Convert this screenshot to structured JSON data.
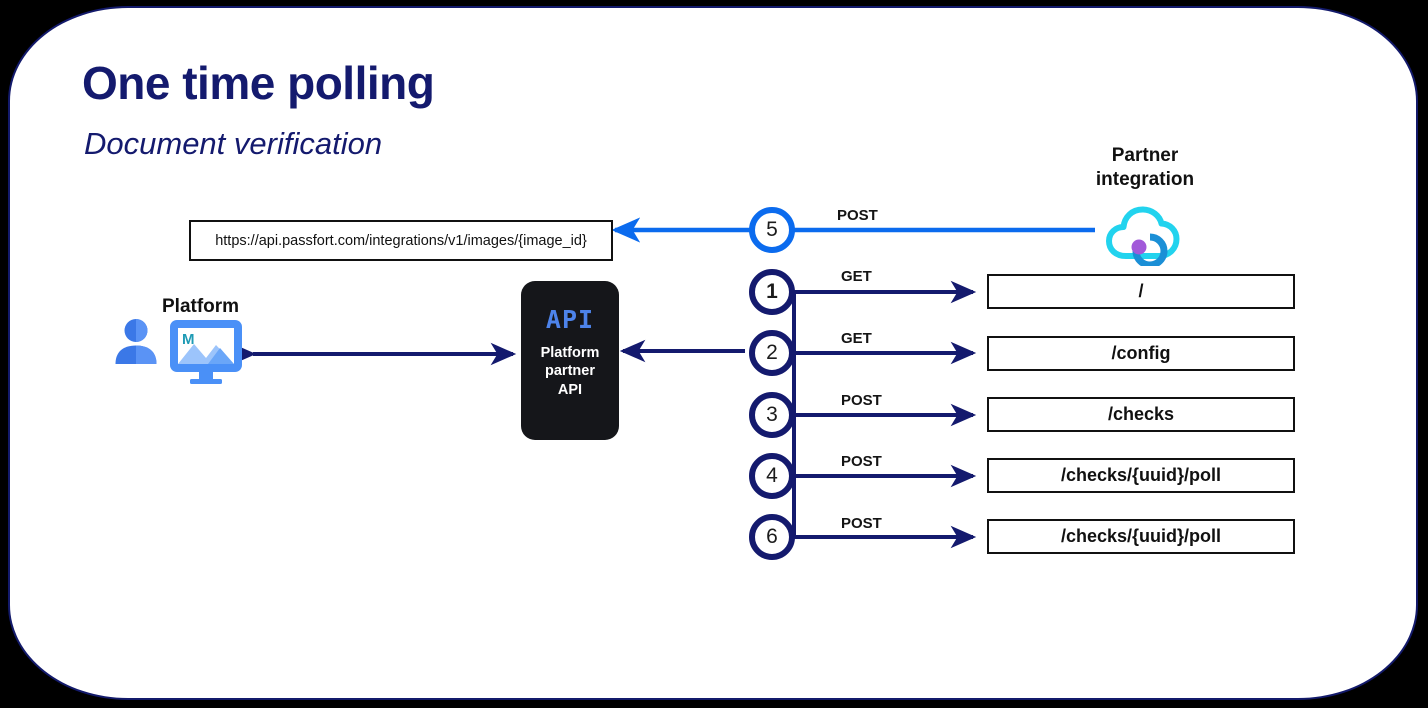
{
  "slide": {
    "title": "One time polling",
    "subtitle": "Document verification",
    "title_color": "#141a6e",
    "frame_color": "#000000",
    "card_border_color": "#131a6b"
  },
  "url_box": {
    "value": "https://api.passfort.com/integrations/v1/images/{image_id}"
  },
  "platform": {
    "label": "Platform",
    "person_icon": "user-icon",
    "monitor_icon": "monitor-image-icon"
  },
  "api_node": {
    "logo_text": "API",
    "logo_color": "#4d83ea",
    "line1": "Platform",
    "line2": "partner",
    "line3": "API",
    "background": "#15161a"
  },
  "partner": {
    "label_line1": "Partner",
    "label_line2": "integration",
    "cloud_icon": "cloud-icon",
    "cloud_color": "#22d3ee",
    "cloud_arc_color": "#1b8fd6",
    "cloud_dot_color": "#a259d9"
  },
  "colors": {
    "navy": "#141a6e",
    "bright_blue": "#0b6bee",
    "black": "#111111"
  },
  "flows": [
    {
      "step": "5",
      "method": "POST",
      "target": "url-box",
      "accent": "blue",
      "direction": "left"
    },
    {
      "step": "1",
      "method": "GET",
      "target": "/",
      "accent": "navy",
      "direction": "right"
    },
    {
      "step": "2",
      "method": "GET",
      "target": "/config",
      "accent": "navy",
      "direction": "right"
    },
    {
      "step": "3",
      "method": "POST",
      "target": "/checks",
      "accent": "navy",
      "direction": "right"
    },
    {
      "step": "4",
      "method": "POST",
      "target": "/checks/{uuid}/poll",
      "accent": "navy",
      "direction": "right"
    },
    {
      "step": "6",
      "method": "POST",
      "target": "/checks/{uuid}/poll",
      "accent": "navy",
      "direction": "right"
    }
  ],
  "endpoints": [
    {
      "label": "/"
    },
    {
      "label": "/config"
    },
    {
      "label": "/checks"
    },
    {
      "label": "/checks/{uuid}/poll"
    },
    {
      "label": "/checks/{uuid}/poll"
    }
  ],
  "methods": {
    "post": "POST",
    "get": "GET"
  }
}
